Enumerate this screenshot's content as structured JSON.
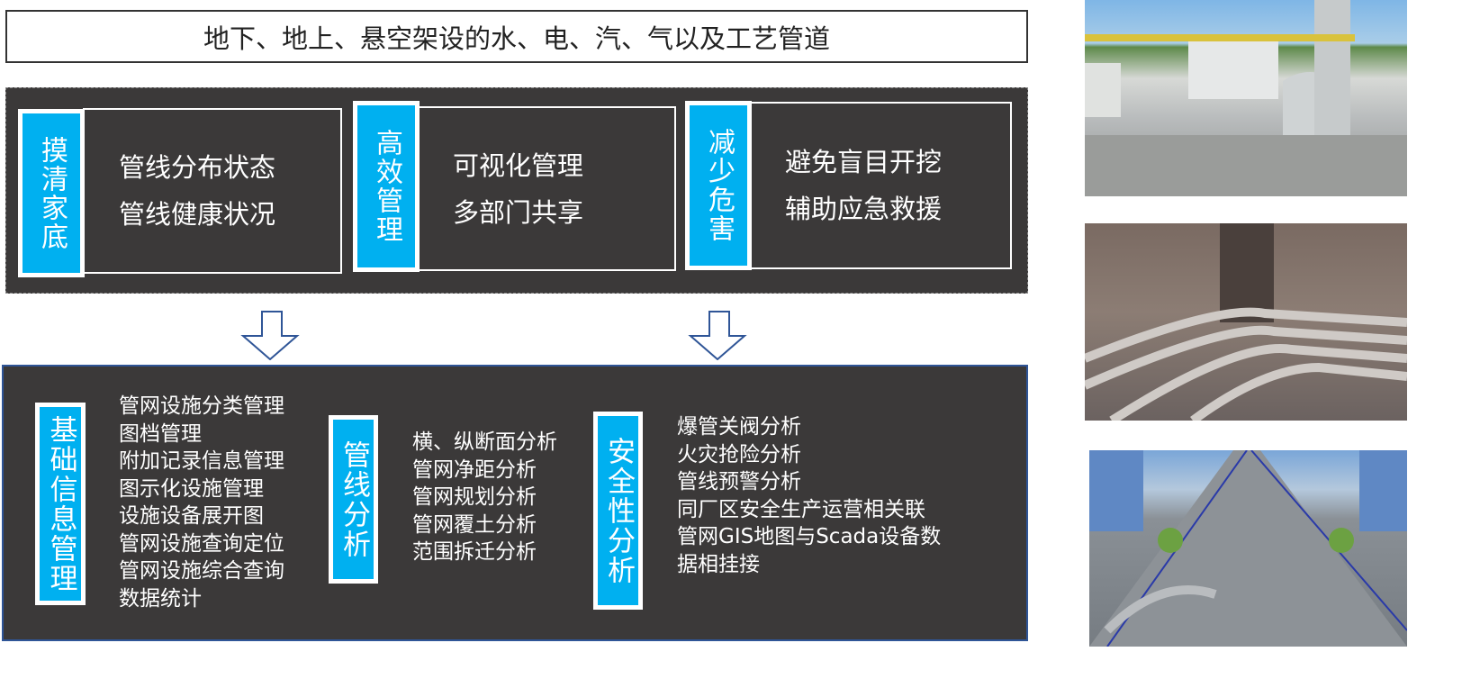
{
  "title": "地下、地上、悬空架设的水、电、汽、气以及工艺管道",
  "goals": [
    {
      "label": "摸清家底",
      "items": [
        "管线分布状态",
        "管线健康状况"
      ]
    },
    {
      "label": "高效管理",
      "items": [
        "可视化管理",
        "多部门共享"
      ]
    },
    {
      "label": "减少危害",
      "items": [
        "避免盲目开挖",
        "辅助应急救援"
      ]
    }
  ],
  "functions": [
    {
      "label": "基础信息管理",
      "items": [
        "管网设施分类管理",
        "图档管理",
        "附加记录信息管理",
        "图示化设施管理",
        "设施设备展开图",
        "管网设施查询定位",
        "管网设施综合查询",
        "数据统计"
      ]
    },
    {
      "label": "管线分析",
      "items": [
        "横、纵断面分析",
        "管网净距分析",
        "管网规划分析",
        "管网覆土分析",
        "范围拆迁分析"
      ]
    },
    {
      "label": "安全性分析",
      "items": [
        "爆管关阀分析",
        "火灾抢险分析",
        "管线预警分析",
        "同厂区安全生产运营相关联",
        "管网GIS地图与Scada设备数",
        "据相挂接"
      ]
    }
  ],
  "colors": {
    "accent": "#00b0f0",
    "panel": "#3b3939",
    "arrow": "#2f5597"
  }
}
